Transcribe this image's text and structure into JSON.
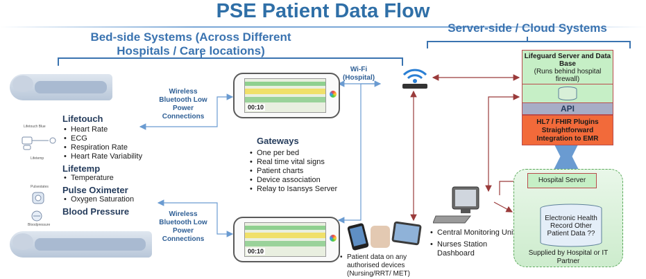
{
  "title": "PSE Patient Data Flow",
  "bedside_heading": "Bed-side Systems (Across Different Hospitals / Care locations)",
  "server_heading": "Server-side / Cloud Systems",
  "wireless_label": "Wireless Bluetooth Low Power Connections",
  "wifi_label": "Wi-Fi (Hospital)",
  "devices": [
    {
      "name": "Lifetouch",
      "items": [
        "Heart Rate",
        "ECG",
        "Respiration Rate",
        "Heart Rate Variability"
      ]
    },
    {
      "name": "Lifetemp",
      "items": [
        "Temperature"
      ]
    },
    {
      "name": "Pulse Oximeter",
      "items": [
        "Oxygen Saturation"
      ]
    },
    {
      "name": "Blood Pressure",
      "items": []
    }
  ],
  "device_tiny_labels": {
    "lifetouch": "Lifetouch Blue",
    "lifetemp": "Lifetemp",
    "oximeter": "Pulsestates",
    "bp": "Bloodpressure"
  },
  "gateways": {
    "title": "Gateways",
    "items": [
      "One per bed",
      "Real time vital signs",
      "Patient charts",
      "Device association",
      "Relay to Isansys Server"
    ]
  },
  "tablet_time": "00:10",
  "server": {
    "lifeguard": "Lifeguard Server and Data Base",
    "lifeguard_note": "(Runs behind hospital firewall)",
    "api": "API",
    "hl7": "HL7 / FHIR Plugins Straightforward Integration to EMR"
  },
  "hospital": {
    "server": "Hospital Server",
    "ehr": "Electronic Health Record Other Patient Data ??",
    "supplied": "Supplied by Hospital or IT Partner"
  },
  "central": [
    "Central Monitoring Unit",
    "Nurses Station Dashboard"
  ],
  "patient_devices": "Patient data on any authorised devices (Nursing/RRT/ MET)",
  "colors": {
    "title": "#2f6fa7",
    "heading": "#3a73b0",
    "arrow_blue": "#6a9bd1",
    "arrow_red": "#9a3b3b",
    "api_band": "#a7adc6",
    "hl7_band": "#f26a3a",
    "green_box": "#c6efc6"
  }
}
